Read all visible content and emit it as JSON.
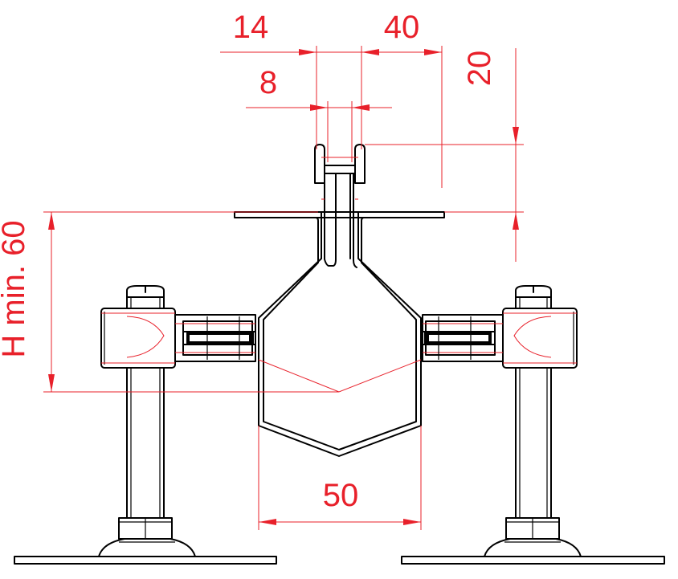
{
  "dimensions": {
    "d14": "14",
    "d40": "40",
    "d8": "8",
    "d20": "20",
    "h_min": "H min. 60",
    "d50": "50"
  },
  "colors": {
    "dimension": "#e8202a",
    "outline": "#000000",
    "background": "#ffffff"
  }
}
